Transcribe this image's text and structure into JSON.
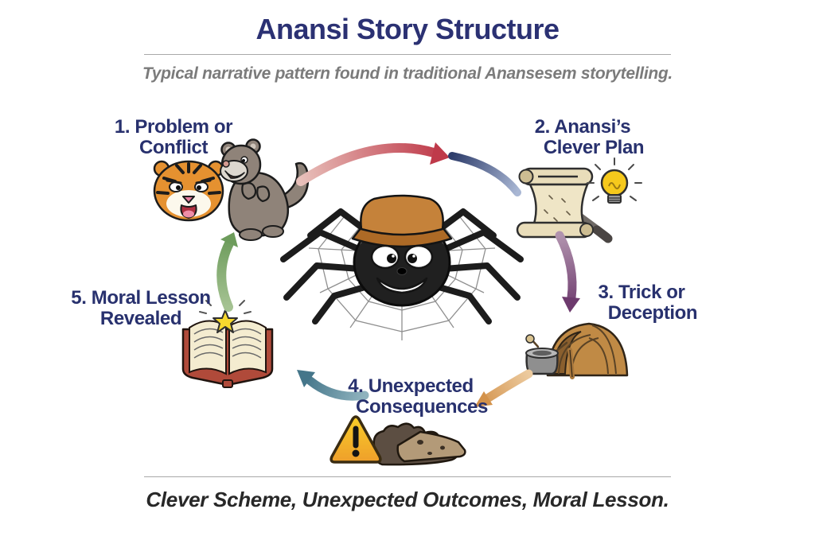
{
  "header": {
    "title": "Anansi Story Structure",
    "subtitle": "Typical narrative pattern found in traditional Anansesem storytelling."
  },
  "footer": {
    "summary": "Clever Scheme, Unexpected Outcomes, Moral Lesson."
  },
  "center": {
    "icon": "anansi-spider-icon",
    "description": "Anansi the spider wearing a hat, sitting on a web"
  },
  "stages": [
    {
      "id": 1,
      "line1": "1. Problem or",
      "line2": "Conflict",
      "icons": [
        "tiger-icon",
        "creature-icon"
      ]
    },
    {
      "id": 2,
      "line1": "2. Anansi’s",
      "line2": "Clever Plan",
      "icons": [
        "scroll-icon",
        "lightbulb-icon",
        "magnifier-icon"
      ]
    },
    {
      "id": 3,
      "line1": "3. Trick or",
      "line2": "Deception",
      "icons": [
        "hut-trap-icon",
        "pot-icon"
      ]
    },
    {
      "id": 4,
      "line1": "4. Unexpected",
      "line2": "Consequences",
      "icons": [
        "warning-triangle-icon",
        "mud-icon"
      ]
    },
    {
      "id": 5,
      "line1": "5. Moral Lesson",
      "line2": "Revealed",
      "icons": [
        "open-book-icon",
        "star-icon"
      ]
    }
  ],
  "colors": {
    "background": "#ffffff",
    "title_navy": "#2b3173",
    "label_navy": "#28316e",
    "subtitle_gray": "#7b7b7b",
    "footer_text": "#282828",
    "divider": "#a9a9a9",
    "arrow_red": "#bf3a4a",
    "arrow_red_light": "#e8c0ba",
    "arrow_blue": "#2e3d6b",
    "arrow_blue_light": "#a9b7d4",
    "arrow_purple": "#6d3a6d",
    "arrow_purple_light": "#b193ae",
    "arrow_orange": "#d3924b",
    "arrow_orange_light": "#ecca9e",
    "arrow_teal": "#45768a",
    "arrow_teal_light": "#8fb3be",
    "arrow_green": "#6d9c5c",
    "arrow_green_light": "#a5c292",
    "warning_yellow": "#f9cd28",
    "warning_orange": "#ee9e2b"
  }
}
